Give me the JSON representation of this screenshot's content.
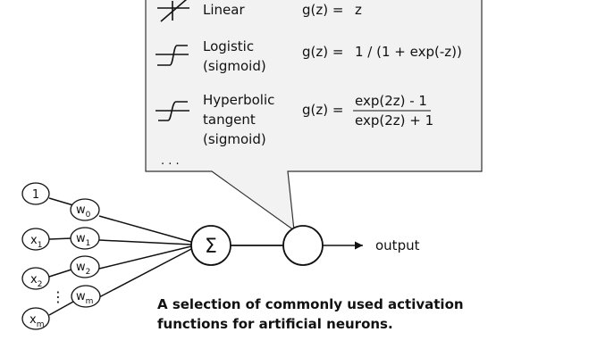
{
  "callout": {
    "functions": [
      {
        "name_lines": [
          "Linear"
        ],
        "lhs": "g(z) =",
        "rhs": "z",
        "icon": "linear-curve-icon"
      },
      {
        "name_lines": [
          "Logistic",
          "(sigmoid)"
        ],
        "lhs": "g(z) =",
        "rhs": "1 / (1 + exp(-z))",
        "icon": "step-curve-icon"
      },
      {
        "name_lines": [
          "Hyperbolic",
          "tangent",
          "(sigmoid)"
        ],
        "lhs": "g(z) =",
        "numerator": "exp(2z) - 1",
        "denominator": "exp(2z) + 1",
        "icon": "tanh-curve-icon"
      }
    ],
    "ellipsis": ". . ."
  },
  "inputs": [
    {
      "main": "1",
      "sub": ""
    },
    {
      "main": "x",
      "sub": "1"
    },
    {
      "main": "x",
      "sub": "2"
    },
    {
      "main": "x",
      "sub": "m"
    }
  ],
  "weights": [
    {
      "main": "w",
      "sub": "0"
    },
    {
      "main": "w",
      "sub": "1"
    },
    {
      "main": "w",
      "sub": "2"
    },
    {
      "main": "w",
      "sub": "m"
    }
  ],
  "vertical_dots": "⋮",
  "sum_symbol": "Σ",
  "output_label": "output",
  "caption": {
    "line1": "A selection of commonly used activation",
    "line2": "functions for artificial neurons."
  }
}
